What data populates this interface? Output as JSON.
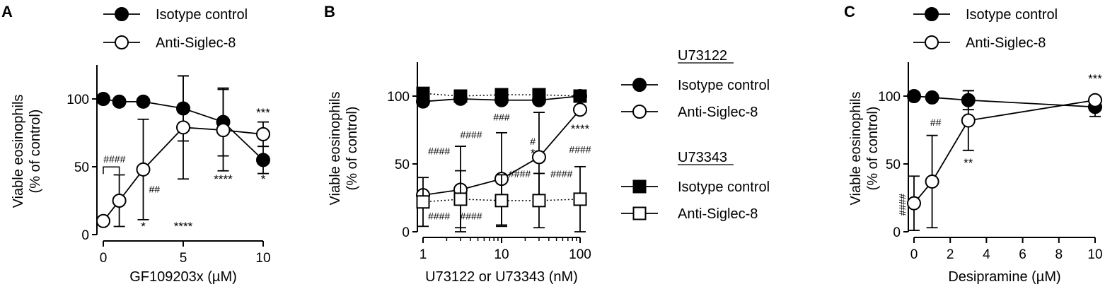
{
  "figure": {
    "panel_labels": [
      "A",
      "B",
      "C"
    ]
  },
  "chart_data": [
    {
      "type": "line",
      "panel": "A",
      "xlabel": "GF109203x (µM)",
      "ylabel": [
        "Viable eosinophils",
        "(% of control)"
      ],
      "xlim": [
        0,
        10
      ],
      "ylim": [
        0,
        125
      ],
      "xticks": [
        0,
        5,
        10
      ],
      "yticks": [
        0,
        50,
        100
      ],
      "legend": {
        "placement": "top-left"
      },
      "series": [
        {
          "name": "Isotype control",
          "marker": "circle-filled",
          "x": [
            0,
            1,
            2.5,
            5,
            7.5,
            10
          ],
          "y": [
            100,
            98,
            98,
            93,
            83,
            55
          ],
          "err": [
            0,
            0,
            0,
            24,
            25,
            10
          ]
        },
        {
          "name": "Anti-Siglec-8",
          "marker": "circle-open",
          "x": [
            0,
            1,
            2.5,
            5,
            7.5,
            10
          ],
          "y": [
            10,
            25,
            48,
            79,
            77,
            74
          ],
          "err": [
            0,
            19,
            37,
            38,
            30,
            9
          ]
        }
      ],
      "annotations": [
        {
          "text": "####",
          "x": 0.7,
          "y": 53,
          "kind": "bracket",
          "x_from": 0,
          "x_to": 1
        },
        {
          "text": "##",
          "x": 3.2,
          "y": 31,
          "kind": ""
        },
        {
          "text": "*",
          "x": 2.5,
          "y": 3,
          "kind": ""
        },
        {
          "text": "****",
          "x": 5,
          "y": 3,
          "kind": ""
        },
        {
          "text": "****",
          "x": 7.5,
          "y": 38,
          "kind": ""
        },
        {
          "text": "***",
          "x": 10,
          "y": 87,
          "kind": ""
        },
        {
          "text": "*",
          "x": 10,
          "y": 38,
          "kind": ""
        }
      ]
    },
    {
      "type": "line",
      "panel": "B",
      "xscale": "log",
      "xlabel": "U73122 or U73343 (nM)",
      "ylabel": [
        "Viable eosinophils",
        "(% of control)"
      ],
      "xlim": [
        1,
        100
      ],
      "ylim": [
        0,
        125
      ],
      "xticks": [
        1,
        10,
        100
      ],
      "yticks": [
        0,
        50,
        100
      ],
      "legend": {
        "placement": "right",
        "groups": [
          "U73122",
          "U73343"
        ]
      },
      "series": [
        {
          "name": "Isotype control",
          "group": "U73122",
          "marker": "circle-filled",
          "line": "solid",
          "x": [
            1,
            3,
            10,
            30,
            100
          ],
          "y": [
            96,
            98,
            97,
            97,
            100
          ],
          "err": [
            0,
            0,
            0,
            0,
            0
          ]
        },
        {
          "name": "Anti-Siglec-8",
          "group": "U73122",
          "marker": "circle-open",
          "line": "solid",
          "x": [
            1,
            3,
            10,
            30,
            100
          ],
          "y": [
            27,
            31,
            39,
            55,
            90
          ],
          "err": [
            0,
            32,
            34,
            33,
            0
          ]
        },
        {
          "name": "Isotype control",
          "group": "U73343",
          "marker": "square-filled",
          "line": "dotted",
          "x": [
            1,
            3,
            10,
            30,
            100
          ],
          "y": [
            102,
            100,
            101,
            101,
            100
          ],
          "err": [
            0,
            0,
            0,
            0,
            0
          ]
        },
        {
          "name": "Anti-Siglec-8",
          "group": "U73343",
          "marker": "square-open",
          "line": "dotted",
          "x": [
            1,
            3,
            10,
            30,
            100
          ],
          "y": [
            22,
            24,
            23,
            23,
            24
          ],
          "err": [
            18,
            21,
            19,
            20,
            24
          ]
        }
      ],
      "annotations": [
        {
          "text": "####",
          "x": 1.6,
          "y": 57,
          "kind": ""
        },
        {
          "text": "####",
          "x": 4.1,
          "y": 69,
          "kind": ""
        },
        {
          "text": "###",
          "x": 10,
          "y": 82,
          "kind": ""
        },
        {
          "text": "#",
          "x": 25,
          "y": 64,
          "kind": ""
        },
        {
          "text": "*",
          "x": 25,
          "y": 55,
          "kind": ""
        },
        {
          "text": "****",
          "x": 100,
          "y": 73,
          "kind": ""
        },
        {
          "text": "####",
          "x": 17,
          "y": 40,
          "kind": ""
        },
        {
          "text": "####",
          "x": 58,
          "y": 40,
          "kind": ""
        },
        {
          "text": "####",
          "x": 100,
          "y": 58,
          "kind": ""
        },
        {
          "text": "####",
          "x": 1.6,
          "y": 9,
          "kind": ""
        },
        {
          "text": "####",
          "x": 4.1,
          "y": 9,
          "kind": ""
        }
      ]
    },
    {
      "type": "line",
      "panel": "C",
      "xlabel": "Desipramine (µM)",
      "ylabel": [
        "Viable eosinophils",
        "(% of control)"
      ],
      "xlim": [
        0,
        10
      ],
      "ylim": [
        0,
        125
      ],
      "xticks": [
        0,
        2,
        4,
        6,
        8,
        10
      ],
      "yticks": [
        0,
        50,
        100
      ],
      "legend": {
        "placement": "top-left"
      },
      "series": [
        {
          "name": "Isotype control",
          "marker": "circle-filled",
          "x": [
            0,
            1,
            3,
            10
          ],
          "y": [
            100,
            99,
            97,
            92
          ],
          "err": [
            0,
            0,
            7,
            7
          ]
        },
        {
          "name": "Anti-Siglec-8",
          "marker": "circle-open",
          "x": [
            0,
            1,
            3,
            10
          ],
          "y": [
            21,
            37,
            82,
            97
          ],
          "err": [
            20,
            34,
            22,
            0
          ]
        }
      ],
      "annotations": [
        {
          "text": "##",
          "x": 1.2,
          "y": 78,
          "kind": ""
        },
        {
          "text": "**",
          "x": 3,
          "y": 48,
          "kind": ""
        },
        {
          "text": "***",
          "x": 10,
          "y": 110,
          "kind": ""
        },
        {
          "text": "####",
          "x": -0.45,
          "y": 20,
          "kind": "rotated"
        }
      ]
    }
  ]
}
